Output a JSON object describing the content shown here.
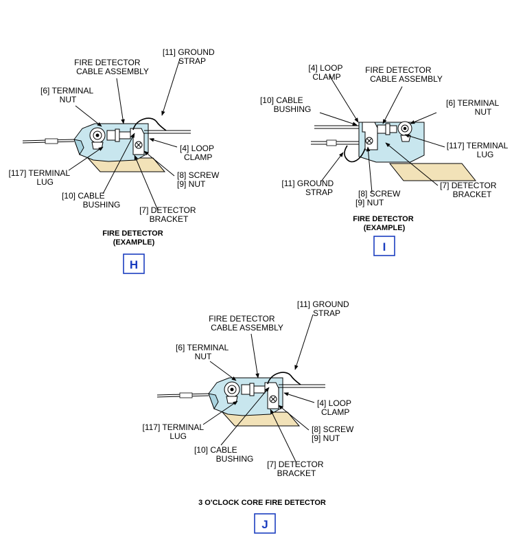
{
  "colors": {
    "bracket_fill": "#C8E6EE",
    "base_fill": "#F2E2B8",
    "badge_border": "#1A3DBF",
    "badge_text": "#1A3DBF",
    "ink": "#000000"
  },
  "views": {
    "h": {
      "callouts": {
        "ground_strap": [
          "[11] GROUND",
          "STRAP"
        ],
        "cable_assembly": [
          "FIRE DETECTOR",
          "CABLE ASSEMBLY"
        ],
        "terminal_nut": [
          "[6] TERMINAL",
          "NUT"
        ],
        "loop_clamp": [
          "[4] LOOP",
          "CLAMP"
        ],
        "terminal_lug": [
          "[117] TERMINAL",
          "LUG"
        ],
        "screw_nut": [
          "[8] SCREW",
          "[9] NUT"
        ],
        "cable_bushing": [
          "[10] CABLE",
          "BUSHING"
        ],
        "detector_bracket": [
          "[7] DETECTOR",
          "BRACKET"
        ]
      },
      "caption": [
        "FIRE DETECTOR",
        "(EXAMPLE)"
      ],
      "badge": "H"
    },
    "i": {
      "callouts": {
        "loop_clamp": [
          "[4] LOOP",
          "CLAMP"
        ],
        "cable_assembly": [
          "FIRE DETECTOR",
          "CABLE ASSEMBLY"
        ],
        "cable_bushing": [
          "[10] CABLE",
          "BUSHING"
        ],
        "terminal_nut": [
          "[6] TERMINAL",
          "NUT"
        ],
        "terminal_lug": [
          "[117] TERMINAL",
          "LUG"
        ],
        "ground_strap": [
          "[11] GROUND",
          "STRAP"
        ],
        "screw_nut": [
          "[8] SCREW",
          "[9] NUT"
        ],
        "detector_bracket": [
          "[7] DETECTOR",
          "BRACKET"
        ]
      },
      "caption": [
        "FIRE DETECTOR",
        "(EXAMPLE)"
      ],
      "badge": "I"
    },
    "j": {
      "callouts": {
        "ground_strap": [
          "[11] GROUND",
          "STRAP"
        ],
        "cable_assembly": [
          "FIRE DETECTOR",
          "CABLE ASSEMBLY"
        ],
        "terminal_nut": [
          "[6] TERMINAL",
          "NUT"
        ],
        "loop_clamp": [
          "[4] LOOP",
          "CLAMP"
        ],
        "terminal_lug": [
          "[117] TERMINAL",
          "LUG"
        ],
        "screw_nut": [
          "[8] SCREW",
          "[9] NUT"
        ],
        "cable_bushing": [
          "[10] CABLE",
          "BUSHING"
        ],
        "detector_bracket": [
          "[7] DETECTOR",
          "BRACKET"
        ]
      },
      "caption": [
        "3 O'CLOCK CORE FIRE DETECTOR"
      ],
      "badge": "J"
    }
  }
}
